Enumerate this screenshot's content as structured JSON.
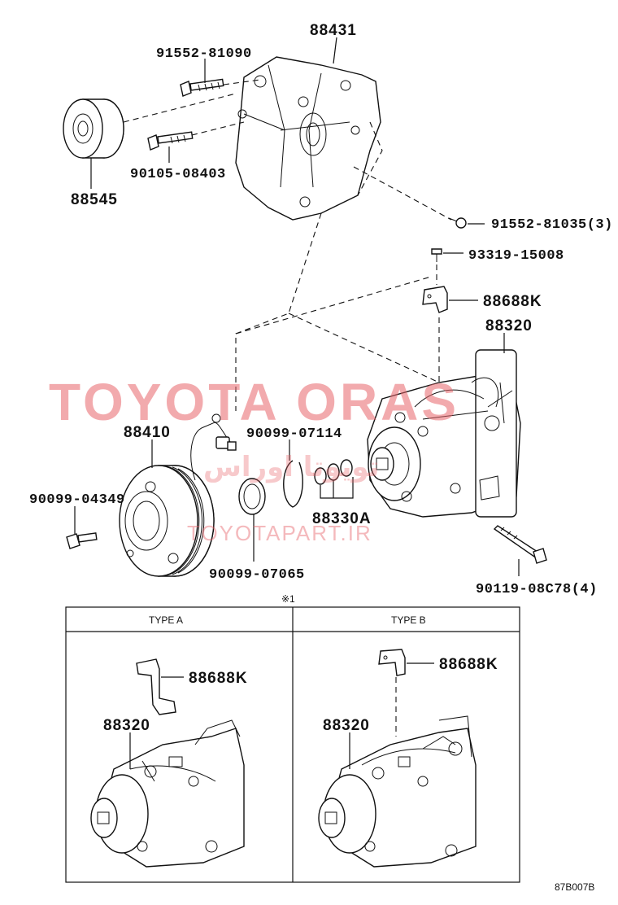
{
  "labels": {
    "p88431": "88431",
    "p91552_81090": "91552-81090",
    "p90105_08403": "90105-08403",
    "p88545": "88545",
    "p91552_81035": "91552-81035(3)",
    "p93319_15008": "93319-15008",
    "p88688K": "88688K",
    "p88320": "88320",
    "p88410": "88410",
    "p90099_07114": "90099-07114",
    "p90099_04349": "90099-04349",
    "p88330A": "88330A",
    "p90099_07065": "90099-07065",
    "p90119_08C78": "90119-08C78(4)",
    "note_mark": "※1",
    "type_a": "TYPE A",
    "type_b": "TYPE B",
    "a_88688K": "88688K",
    "a_88320": "88320",
    "b_88688K": "88688K",
    "b_88320": "88320",
    "figure_code": "87B007B"
  },
  "watermark": {
    "main": "TOYOTA ORAS",
    "site": "TOYOTAPART.IR",
    "persian": "تویوتا اوراس"
  },
  "colors": {
    "ink": "#111111",
    "watermark": "#e7646a"
  }
}
